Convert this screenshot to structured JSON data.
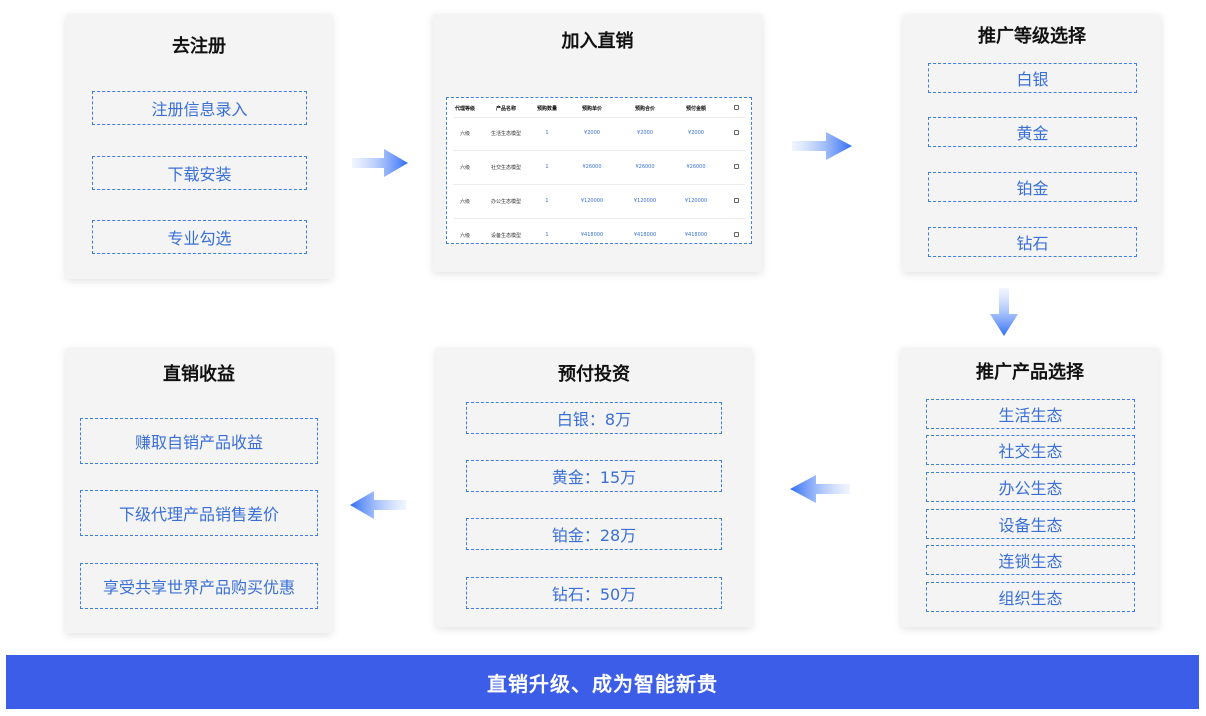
{
  "register": {
    "title": "去注册",
    "items": [
      "注册信息录入",
      "下载安装",
      "专业勾选"
    ]
  },
  "join": {
    "title": "加入直销",
    "table": {
      "headers": [
        "代理等级",
        "产品名称",
        "预购数量",
        "预购单价",
        "预购合价",
        "预付金额"
      ],
      "rows": [
        [
          "六级",
          "生活生态模型",
          "1",
          "¥2000",
          "¥2000",
          "¥2000"
        ],
        [
          "六级",
          "社交生态模型",
          "1",
          "¥26000",
          "¥26000",
          "¥26000"
        ],
        [
          "六级",
          "办公生态模型",
          "1",
          "¥120000",
          "¥120000",
          "¥120000"
        ],
        [
          "六级",
          "设备生态模型",
          "1",
          "¥418000",
          "¥418000",
          "¥418000"
        ]
      ]
    }
  },
  "level": {
    "title": "推广等级选择",
    "items": [
      "白银",
      "黄金",
      "铂金",
      "钻石"
    ]
  },
  "product": {
    "title": "推广产品选择",
    "items": [
      "生活生态",
      "社交生态",
      "办公生态",
      "设备生态",
      "连锁生态",
      "组织生态"
    ]
  },
  "prepay": {
    "title": "预付投资",
    "items": [
      "白银：8万",
      "黄金：15万",
      "铂金：28万",
      "钻石：50万"
    ]
  },
  "income": {
    "title": "直销收益",
    "items": [
      "赚取自销产品收益",
      "下级代理产品销售差价",
      "享受共享世界产品购买优惠"
    ]
  },
  "banner": {
    "text": "直销升级、成为智能新贵"
  },
  "colors": {
    "accent": "#3b5de7",
    "dashed": "#3f7fe3",
    "text_blue": "#3a6fd8",
    "card": "#f4f4f4"
  },
  "icons": {
    "arrow": "gradient-arrow-icon"
  }
}
